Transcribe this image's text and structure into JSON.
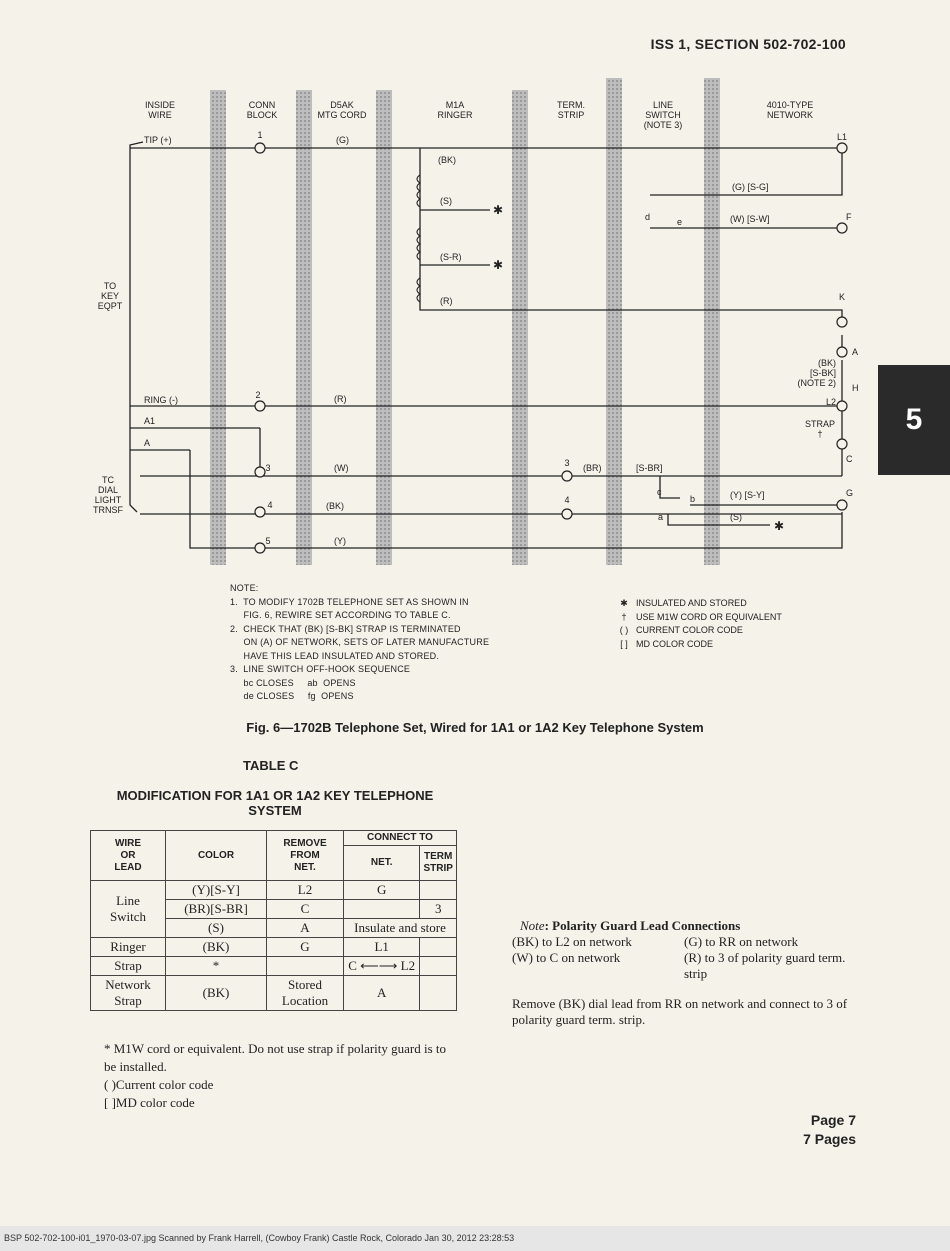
{
  "header": {
    "title": "ISS 1, SECTION 502-702-100"
  },
  "tab": {
    "label": "5"
  },
  "diagram": {
    "columns": [
      "INSIDE\nWIRE",
      "CONN\nBLOCK",
      "D5AK\nMTG CORD",
      "M1A\nRINGER",
      "TERM.\nSTRIP",
      "LINE\nSWITCH\n(NOTE 3)",
      "4010-TYPE\nNETWORK"
    ],
    "left_labels": {
      "to_key": "TO\nKEY\nEQPT",
      "tc": "TC\nDIAL\nLIGHT\nTRNSF",
      "tip": "TIP (+)",
      "ring": "RING (-)",
      "a1": "A1",
      "a": "A"
    },
    "terminals": {
      "1": "1",
      "2": "2",
      "3": "3",
      "4": "4",
      "5": "5",
      "ts3": "3",
      "ts4": "4"
    },
    "wires": {
      "g": "(G)",
      "bk": "(BK)",
      "s": "(S)",
      "sr": "(S-R)",
      "r": "(R)",
      "r2": "(R)",
      "w": "(W)",
      "bk2": "(BK)",
      "y": "(Y)",
      "br": "(BR)",
      "sbr": "[S-BR]",
      "gsg": "(G)  [S-G]",
      "wsw": "(W)  [S-W]",
      "ysy": "(Y)  [S-Y]",
      "sb": "(S)",
      "bksbk": "(BK)\n[S-BK]\n(NOTE 2)"
    },
    "network_terms": {
      "l1": "L1",
      "f": "F",
      "k": "K",
      "a": "A",
      "h": "H",
      "l2": "L2",
      "strap": "STRAP\n†",
      "c": "C",
      "g": "G"
    },
    "switch_contacts": {
      "d": "d",
      "e": "e",
      "c": "c",
      "b": "b",
      "a": "a"
    }
  },
  "notes": {
    "heading": "NOTE:",
    "lines": [
      "1.  TO MODIFY 1702B TELEPHONE SET AS SHOWN IN",
      "     FIG. 6, REWIRE SET ACCORDING TO TABLE C.",
      "2.  CHECK THAT (BK) [S-BK] STRAP IS TERMINATED",
      "     ON (A) OF NETWORK, SETS OF LATER MANUFACTURE",
      "     HAVE THIS LEAD INSULATED AND STORED.",
      "3.  LINE SWITCH OFF-HOOK SEQUENCE",
      "     bc CLOSES     ab  OPENS",
      "     de CLOSES     fg  OPENS"
    ]
  },
  "legend": [
    {
      "sym": "✱",
      "text": "INSULATED AND STORED"
    },
    {
      "sym": "†",
      "text": "USE M1W CORD OR EQUIVALENT"
    },
    {
      "sym": "( )",
      "text": "CURRENT COLOR CODE"
    },
    {
      "sym": "[ ]",
      "text": "MD COLOR CODE"
    }
  ],
  "caption": "Fig. 6—1702B Telephone Set, Wired for 1A1 or 1A2 Key Telephone System",
  "table": {
    "title": "TABLE C",
    "subtitle": "MODIFICATION FOR 1A1 OR 1A2 KEY TELEPHONE SYSTEM",
    "headers": {
      "wire": "WIRE\nOR\nLEAD",
      "color": "COLOR",
      "remove": "REMOVE\nFROM\nNET.",
      "connect": "CONNECT TO",
      "net": "NET.",
      "term": "TERM\nSTRIP"
    },
    "rows": [
      {
        "wire": "Line\nSwitch",
        "color": "(Y)[S-Y]",
        "remove": "L2",
        "net": "G",
        "term": ""
      },
      {
        "color": "(BR)[S-BR]",
        "remove": "C",
        "net": "",
        "term": "3"
      },
      {
        "color": "(S)",
        "remove": "A",
        "span": "Insulate and store"
      },
      {
        "wire": "Ringer",
        "color": "(BK)",
        "remove": "G",
        "net": "L1",
        "term": ""
      },
      {
        "wire": "Strap",
        "color": "*",
        "remove": "",
        "net": "C ⟵⟶ L2",
        "term": ""
      },
      {
        "wire": "Network\nStrap",
        "color": "(BK)",
        "remove": "Stored\nLocation",
        "net": "A",
        "term": ""
      }
    ],
    "footnotes": [
      "* M1W cord or equivalent. Do not use strap if polarity guard is to be installed.",
      "( )Current color code",
      "[ ]MD color code"
    ]
  },
  "polarity_note": {
    "title": "Note",
    "title_rest": ": Polarity Guard Lead Connections",
    "items": [
      "(BK) to L2 on network",
      "(G) to RR on network",
      "(W) to C on network",
      "(R) to 3 of polarity guard term. strip"
    ],
    "remove": "Remove (BK) dial lead from RR on network and connect to 3 of polarity guard term. strip."
  },
  "page": {
    "number": "Page 7",
    "total": "7 Pages"
  },
  "footer": "BSP 502-702-100-i01_1970-03-07.jpg   Scanned by Frank Harrell, (Cowboy Frank) Castle Rock, Colorado  Jan 30, 2012  23:28:53"
}
